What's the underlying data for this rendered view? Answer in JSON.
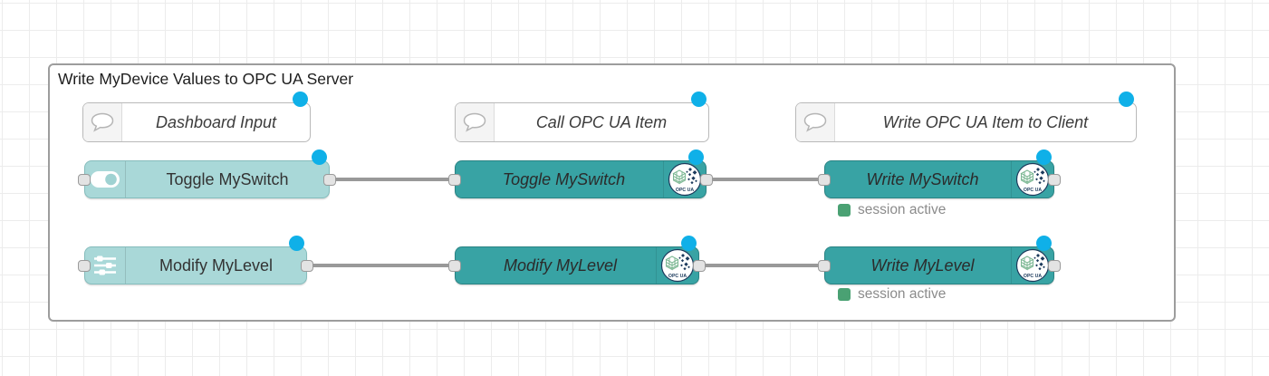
{
  "group": {
    "title": "Write MyDevice Values to OPC UA Server"
  },
  "comments": {
    "dashboard_input": {
      "label": "Dashboard Input"
    },
    "call_opcua_item": {
      "label": "Call OPC UA Item"
    },
    "write_opcua_item_to_client": {
      "label": "Write OPC UA Item to Client"
    }
  },
  "nodes": {
    "toggle_switch_ui": {
      "label": "Toggle MySwitch"
    },
    "modify_level_ui": {
      "label": "Modify MyLevel"
    },
    "toggle_switch_call": {
      "label": "Toggle MySwitch"
    },
    "modify_level_call": {
      "label": "Modify MyLevel"
    },
    "write_switch": {
      "label": "Write MySwitch",
      "status": "session active"
    },
    "write_level": {
      "label": "Write MyLevel",
      "status": "session active"
    }
  },
  "icons": {
    "opcua_badge_label": "OPC UA"
  },
  "colors": {
    "node_light_teal": "#a9d8d8",
    "node_teal": "#38a3a4",
    "changed_dot_blue": "#0fb0e8",
    "status_green": "#4aa173",
    "wire_gray": "#999999",
    "group_border": "#9d9d9d"
  }
}
